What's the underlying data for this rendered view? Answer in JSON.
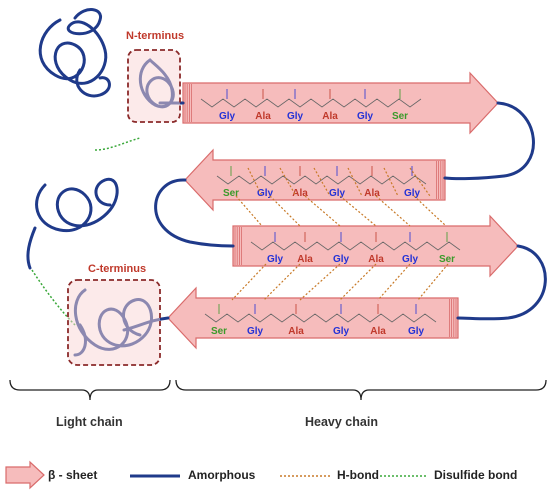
{
  "colors": {
    "gly": "#2432d6",
    "ala": "#c0392b",
    "ser": "#3a9a2a",
    "arrow_fill": "#f6bcbc",
    "arrow_stroke": "#d96b6b",
    "amorphous": "#1f3a8a",
    "hbond": "#c87a28",
    "disulfide": "#3aa83a",
    "terminus_box": "#8b2a2a",
    "terminus_fill": "#f9d6d6"
  },
  "terminus": {
    "n": "N-terminus",
    "c": "C-terminus"
  },
  "chains": {
    "light": "Light chain",
    "heavy": "Heavy chain"
  },
  "strands": [
    {
      "direction": "right",
      "residues": [
        "Gly",
        "Ala",
        "Gly",
        "Ala",
        "Gly",
        "Ser"
      ]
    },
    {
      "direction": "left",
      "residues": [
        "Ser",
        "Gly",
        "Ala",
        "Gly",
        "Ala",
        "Gly"
      ]
    },
    {
      "direction": "right",
      "residues": [
        "Gly",
        "Ala",
        "Gly",
        "Ala",
        "Gly",
        "Ser"
      ]
    },
    {
      "direction": "left",
      "residues": [
        "Ser",
        "Gly",
        "Ala",
        "Gly",
        "Ala",
        "Gly"
      ]
    }
  ],
  "legend": {
    "beta_sheet": "β - sheet",
    "amorphous": "Amorphous",
    "hbond": "H-bond",
    "disulfide": "Disulfide bond"
  }
}
